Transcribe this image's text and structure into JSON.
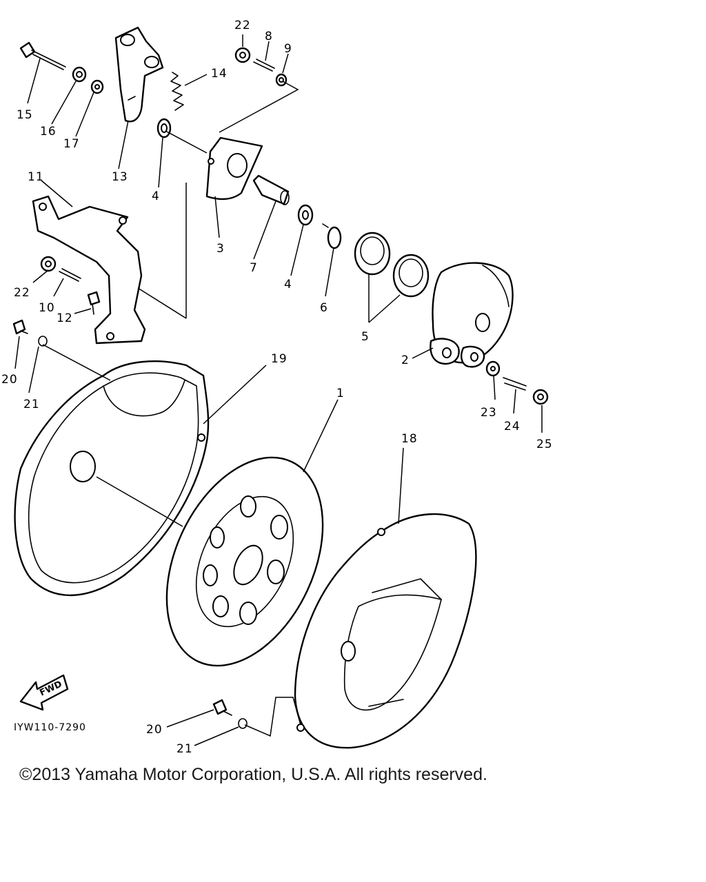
{
  "diagram": {
    "callouts": [
      {
        "id": "c22a",
        "text": "22"
      },
      {
        "id": "c8",
        "text": "8"
      },
      {
        "id": "c9",
        "text": "9"
      },
      {
        "id": "c14",
        "text": "14"
      },
      {
        "id": "c15",
        "text": "15"
      },
      {
        "id": "c16",
        "text": "16"
      },
      {
        "id": "c17",
        "text": "17"
      },
      {
        "id": "c13",
        "text": "13"
      },
      {
        "id": "c4a",
        "text": "4"
      },
      {
        "id": "c11",
        "text": "11"
      },
      {
        "id": "c3",
        "text": "3"
      },
      {
        "id": "c7",
        "text": "7"
      },
      {
        "id": "c4b",
        "text": "4"
      },
      {
        "id": "c6",
        "text": "6"
      },
      {
        "id": "c5",
        "text": "5"
      },
      {
        "id": "c22b",
        "text": "22"
      },
      {
        "id": "c10",
        "text": "10"
      },
      {
        "id": "c12",
        "text": "12"
      },
      {
        "id": "c20a",
        "text": "20"
      },
      {
        "id": "c21a",
        "text": "21"
      },
      {
        "id": "c19",
        "text": "19"
      },
      {
        "id": "c2",
        "text": "2"
      },
      {
        "id": "c23",
        "text": "23"
      },
      {
        "id": "c24",
        "text": "24"
      },
      {
        "id": "c25",
        "text": "25"
      },
      {
        "id": "c1",
        "text": "1"
      },
      {
        "id": "c18",
        "text": "18"
      },
      {
        "id": "c20b",
        "text": "20"
      },
      {
        "id": "c21b",
        "text": "21"
      }
    ],
    "fwd_label": "FWD",
    "ref_code": "IYW110-7290"
  },
  "footer": {
    "copyright": "©2013 Yamaha Motor Corporation, U.S.A. All rights reserved."
  }
}
